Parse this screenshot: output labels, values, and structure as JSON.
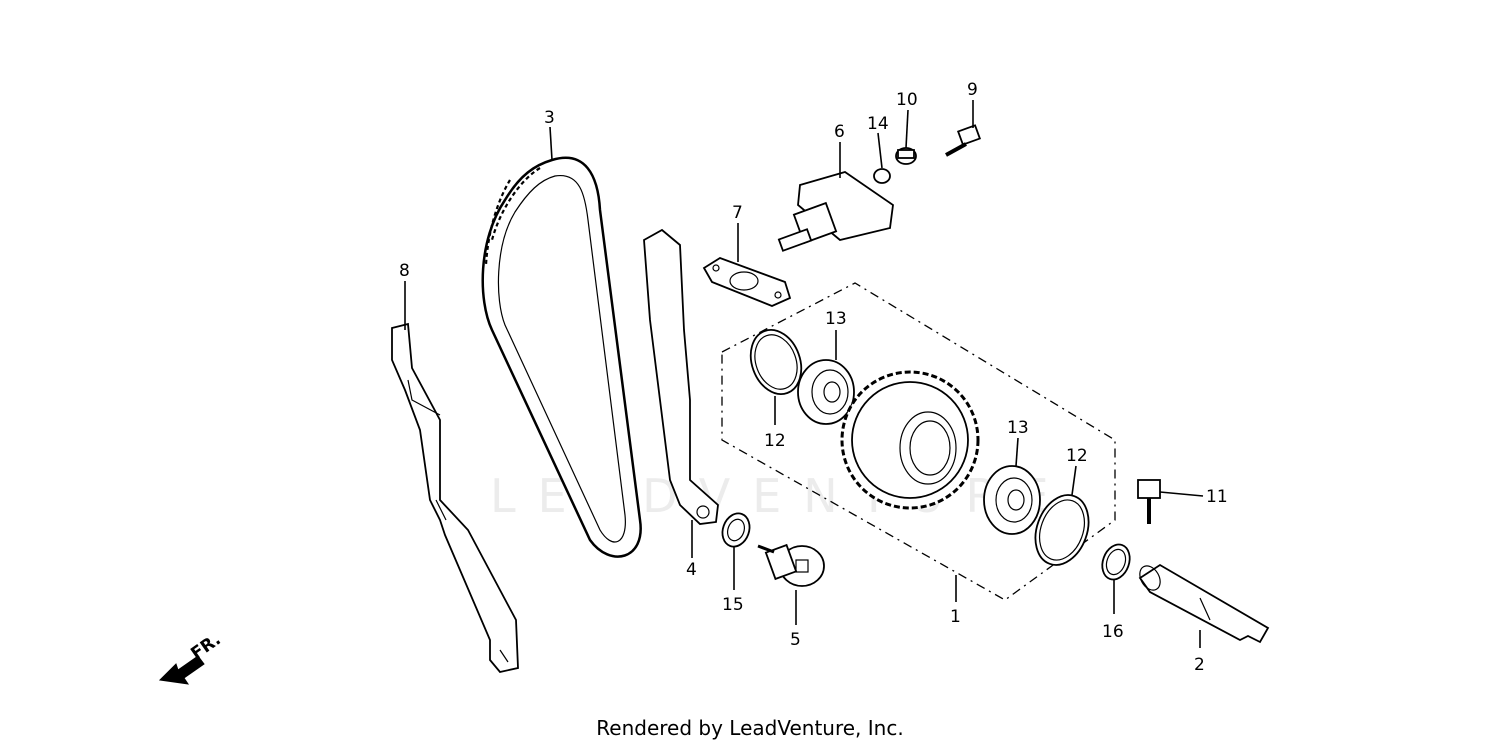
{
  "watermark": "LEADVENTURE",
  "footer": "Rendered by LeadVenture, Inc.",
  "direction_label": "FR.",
  "callouts": {
    "c1": "1",
    "c2": "2",
    "c3": "3",
    "c4": "4",
    "c5": "5",
    "c6": "6",
    "c7": "7",
    "c8": "8",
    "c9": "9",
    "c10": "10",
    "c11": "11",
    "c12a": "12",
    "c12b": "12",
    "c13a": "13",
    "c13b": "13",
    "c14": "14",
    "c15": "15",
    "c16": "16"
  }
}
